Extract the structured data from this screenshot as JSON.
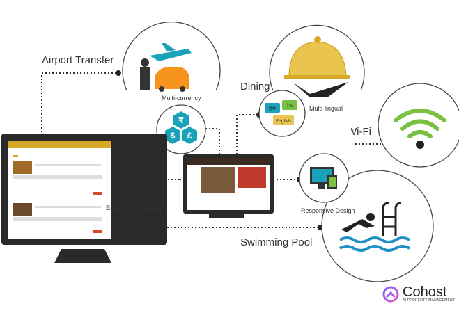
{
  "features": {
    "airport": "Airport Transfer",
    "dining": "Dining",
    "currency": "Multi-currency",
    "lingual": "Multi-lingual",
    "wifi": "Wi-Fi",
    "custom": "Easily Customisable",
    "responsive": "Responsive Design",
    "pool": "Swimming Pool"
  },
  "lingual_icon": {
    "hindi": "हिंदी",
    "chinese": "中文",
    "english": "English"
  },
  "currency_icon": {
    "rupee": "₹",
    "dollar": "$",
    "pound": "£"
  },
  "brand": {
    "name": "Cohost",
    "tagline": "AI PROPERTY MANAGEMENT"
  },
  "colors": {
    "accent": "#1aa3b8",
    "gold": "#d8a828",
    "orange": "#f7941d",
    "wifi_green": "#7ac143",
    "pool_blue": "#1f8fc4"
  }
}
